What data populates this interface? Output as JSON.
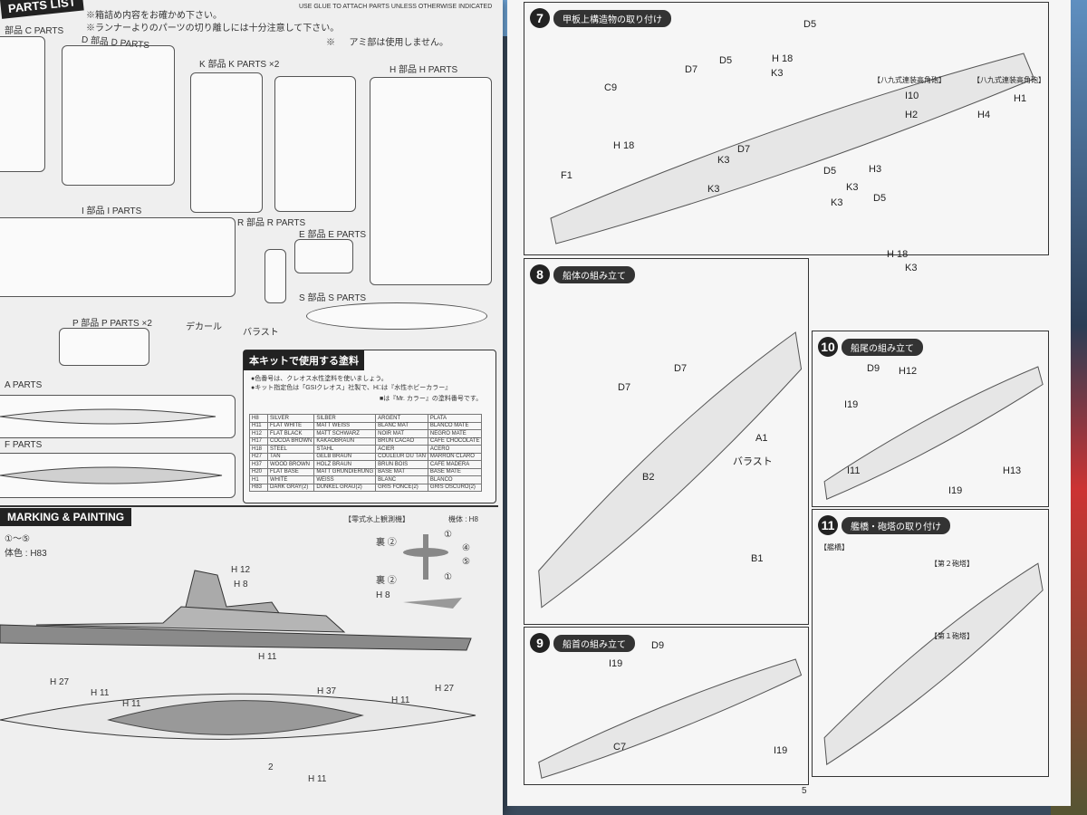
{
  "left_page": {
    "header": "PARTS LIST",
    "notes": [
      "※箱詰め内容をお確かめ下さい。",
      "※ランナーよりのパーツの切り離しには十分注意して下さい。",
      "※ 　 アミ部は使用しません。"
    ],
    "glue_note": "USE GLUE TO ATTACH PARTS UNLESS OTHERWISE INDICATED",
    "sprues": {
      "c": "部品 C PARTS",
      "d": "D 部品 D PARTS",
      "k": "K 部品 K PARTS ×2",
      "h": "H 部品 H PARTS",
      "i": "I 部品 I PARTS",
      "r": "R 部品 R PARTS",
      "e": "E 部品 E PARTS",
      "s": "S 部品 S PARTS",
      "p": "P 部品 P PARTS ×2",
      "a": "A PARTS",
      "f": "F PARTS"
    },
    "decal_label": "デカール",
    "ballast_label": "バラスト",
    "paint": {
      "title": "本キットで使用する塗料",
      "notes": [
        "●色番号は、クレオス水性塗料を使いましょう。",
        "●キット指定色は「GSIクレオス」社製で、H□は『水性ホビーカラー』",
        "■は『Mr. カラー』の塗料番号です。"
      ],
      "rows": [
        [
          "H8",
          "SILVER",
          "SILBER",
          "ARGENT",
          "PLATA"
        ],
        [
          "H11",
          "FLAT WHITE",
          "MATT WEISS",
          "BLANC MAT",
          "BLANCO MATE"
        ],
        [
          "H12",
          "FLAT BLACK",
          "MATT SCHWARZ",
          "NOIR MAT",
          "NEGRO MATE"
        ],
        [
          "H17",
          "COCOA BROWN",
          "KAKAOBRAUN",
          "BRUN CACAO",
          "CAFE CHOCOLATE"
        ],
        [
          "H18",
          "STEEL",
          "STAHL",
          "ACIER",
          "ACERO"
        ],
        [
          "H27",
          "TAN",
          "GELB BRAUN",
          "COULEUR DU TAN",
          "MARRON CLARO"
        ],
        [
          "H37",
          "WOOD BROWN",
          "HOLZ BRAUN",
          "BRUN BOIS",
          "CAFE MADERA"
        ],
        [
          "H20",
          "FLAT BASE",
          "MATT GRUNDIERUNG",
          "BASE MAT",
          "BASE MATE"
        ],
        [
          "H1",
          "WHITE",
          "WEISS",
          "BLANC",
          "BLANCO"
        ],
        [
          "H83",
          "DARK GRAY(2)",
          "DUNKEL GRAU(2)",
          "GRIS FONCE(2)",
          "GRIS OSCURO(2)"
        ]
      ]
    },
    "marking": {
      "header": "MARKING & PAINTING",
      "sub1": "①～⑤",
      "sub2": "体色 : H83",
      "seaplane": "【零式水上観測機】",
      "body_color": "機体 : H8",
      "labels": [
        "裏 ②",
        "①",
        "④",
        "⑤",
        "裏 ②",
        "①",
        "H 8",
        "H 12",
        "H 8",
        "H 11",
        "H 27",
        "H 11",
        "H 11",
        "H 37",
        "H 11",
        "H 27",
        "H 11"
      ]
    },
    "page_number": "2"
  },
  "right_page": {
    "steps": [
      {
        "num": "7",
        "title": "甲板上構造物の取り付け",
        "parts": [
          "C9",
          "D7",
          "D5",
          "H 18",
          "K3",
          "D5",
          "K3",
          "D7",
          "F1",
          "H 18",
          "K3",
          "K3",
          "【八九式連装高角砲】",
          "【八九式連装高角砲】",
          "I10",
          "H2",
          "H3",
          "H4",
          "H1",
          "D5",
          "K3",
          "D5",
          "H 18",
          "K3"
        ]
      },
      {
        "num": "8",
        "title": "船体の組み立て",
        "parts": [
          "D7",
          "D7",
          "A1",
          "バラスト",
          "B2",
          "B1"
        ]
      },
      {
        "num": "9",
        "title": "船首の組み立て",
        "parts": [
          "D9",
          "I19",
          "C7",
          "I19"
        ]
      },
      {
        "num": "10",
        "title": "船尾の組み立て",
        "parts": [
          "D9",
          "H12",
          "I19",
          "I11",
          "I19",
          "H13"
        ]
      },
      {
        "num": "11",
        "title": "艦橋・砲塔の取り付け",
        "parts": [
          "【艦橋】",
          "【第２砲塔】",
          "【第１砲塔】"
        ]
      }
    ],
    "page_number": "5"
  }
}
